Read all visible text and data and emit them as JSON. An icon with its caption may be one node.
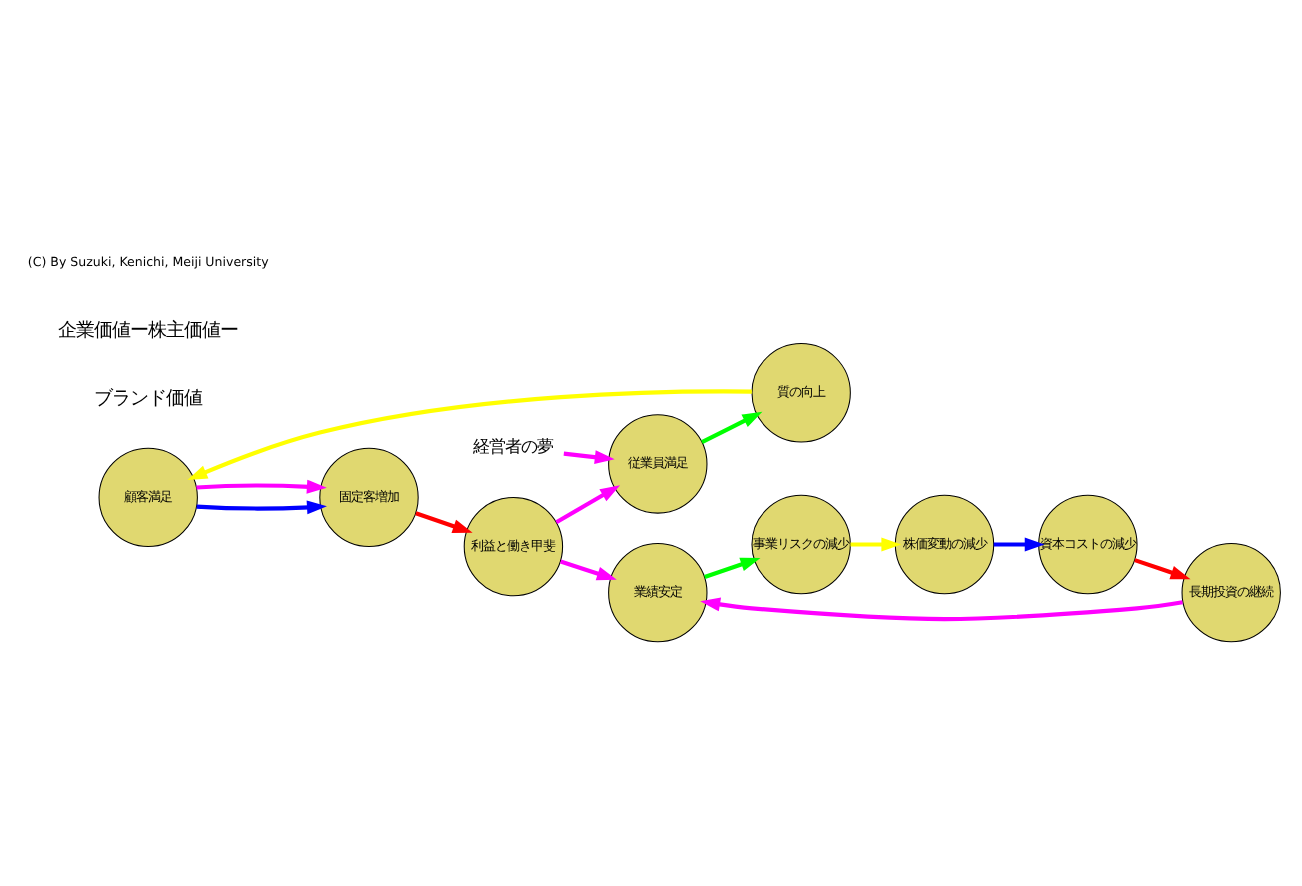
{
  "diagram": {
    "nodes": [
      {
        "text": [
          "顧客満足"
        ]
      },
      {
        "text": [
          "質の向上"
        ]
      },
      {
        "text": [
          "固定客増加"
        ]
      },
      {
        "text": [
          "従業員満足"
        ]
      },
      {
        "text": [
          "利益と働き甲斐"
        ]
      },
      {
        "text": [
          "経営者の夢"
        ]
      },
      {
        "text": [
          "株価変動の減少"
        ]
      },
      {
        "text": [
          "事業リスクの減少"
        ]
      },
      {
        "text": [
          "資本コストの減少"
        ]
      },
      {
        "text": [
          "業績安定"
        ]
      },
      {
        "text": [
          "長期投資の継続"
        ]
      }
    ],
    "edges": [
      {
        "from": 1,
        "to": 0,
        "arrow": "to",
        "color": "#ffff00"
      },
      {
        "from": 0,
        "to": 2,
        "arrow": "to",
        "color": "#0000ff"
      },
      {
        "from": 0,
        "to": 2,
        "arrow": "to",
        "color": "#ff00ff"
      },
      {
        "from": 2,
        "to": 4,
        "arrow": "to",
        "color": "#ff0000"
      },
      {
        "from": 4,
        "to": 3,
        "arrow": "to",
        "color": "#ff00ff"
      },
      {
        "from": 3,
        "to": 1,
        "arrow": "to",
        "color": "#00ff00"
      },
      {
        "from": 5,
        "to": 3,
        "arrow": "to",
        "color": "#ff00ff"
      },
      {
        "from": 4,
        "to": 9,
        "arrow": "to",
        "color": "#ff00ff"
      },
      {
        "from": 7,
        "to": 6,
        "arrow": "to",
        "color": "#ffff00"
      },
      {
        "from": 6,
        "to": 8,
        "arrow": "to",
        "color": "#0000ff"
      },
      {
        "from": 8,
        "to": 10,
        "arrow": "to",
        "color": "#ff0000"
      },
      {
        "from": 10,
        "to": 9,
        "arrow": "to",
        "color": "#ff00ff"
      },
      {
        "from": 9,
        "to": 7,
        "arrow": "to",
        "color": "#00ff00"
      }
    ],
    "labels": [
      "ブランド価値",
      "企業価値ー株主価値ー",
      "(C) By Suzuki, Kenichi, Meiji University"
    ]
  }
}
